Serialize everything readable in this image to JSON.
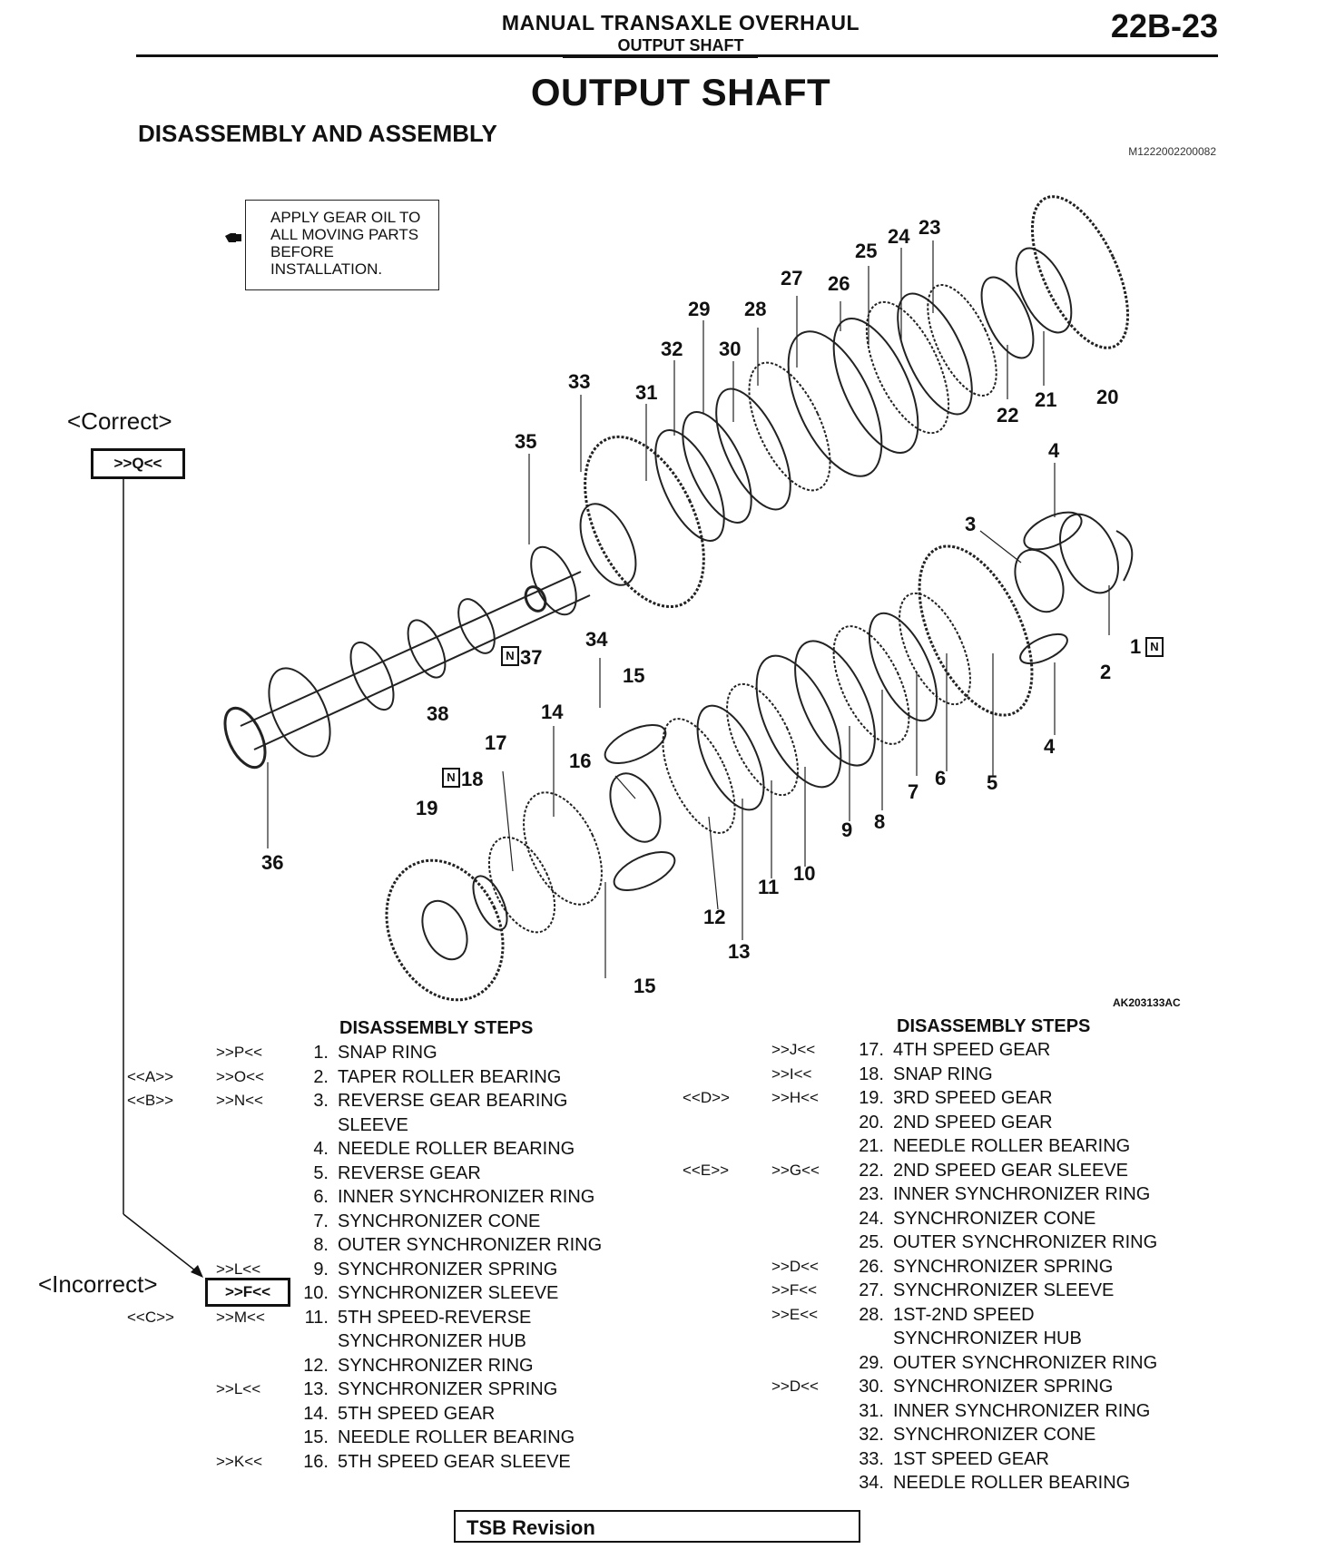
{
  "header": {
    "section_title": "MANUAL TRANSAXLE OVERHAUL",
    "section_subtitle": "OUTPUT SHAFT",
    "page_number": "22B-23"
  },
  "title": "OUTPUT SHAFT",
  "subtitle": "DISASSEMBLY AND ASSEMBLY",
  "doc_code": "M1222002200082",
  "note": "APPLY GEAR OIL TO ALL MOVING PARTS BEFORE INSTALLATION.",
  "labels": {
    "correct": "<Correct>",
    "incorrect": "<Incorrect>",
    "correct_code": ">>Q<<",
    "incorrect_code": ">>F<<"
  },
  "illustration_code": "AK203133AC",
  "diagram_numbers": [
    "1",
    "2",
    "3",
    "4",
    "5",
    "6",
    "7",
    "8",
    "9",
    "10",
    "11",
    "12",
    "13",
    "14",
    "15",
    "16",
    "17",
    "18",
    "19",
    "20",
    "21",
    "22",
    "23",
    "24",
    "25",
    "26",
    "27",
    "28",
    "29",
    "30",
    "31",
    "32",
    "33",
    "34",
    "35",
    "36",
    "37",
    "38"
  ],
  "steps_heading": "DISASSEMBLY STEPS",
  "steps_left": [
    {
      "a": "",
      "b": ">>P<<",
      "n": "1.",
      "t": "SNAP RING"
    },
    {
      "a": "<<A>>",
      "b": ">>O<<",
      "n": "2.",
      "t": "TAPER ROLLER BEARING"
    },
    {
      "a": "<<B>>",
      "b": ">>N<<",
      "n": "3.",
      "t": "REVERSE GEAR BEARING"
    },
    {
      "a": "",
      "b": "",
      "n": "",
      "t": "SLEEVE"
    },
    {
      "a": "",
      "b": "",
      "n": "4.",
      "t": "NEEDLE ROLLER BEARING"
    },
    {
      "a": "",
      "b": "",
      "n": "5.",
      "t": "REVERSE GEAR"
    },
    {
      "a": "",
      "b": "",
      "n": "6.",
      "t": "INNER SYNCHRONIZER RING"
    },
    {
      "a": "",
      "b": "",
      "n": "7.",
      "t": "SYNCHRONIZER CONE"
    },
    {
      "a": "",
      "b": "",
      "n": "8.",
      "t": "OUTER SYNCHRONIZER RING"
    },
    {
      "a": "",
      "b": ">>L<<",
      "n": "9.",
      "t": "SYNCHRONIZER SPRING"
    },
    {
      "a": "",
      "b": ">>F<<",
      "n": "10.",
      "t": "SYNCHRONIZER SLEEVE"
    },
    {
      "a": "<<C>>",
      "b": ">>M<<",
      "n": "11.",
      "t": "5TH SPEED-REVERSE"
    },
    {
      "a": "",
      "b": "",
      "n": "",
      "t": "SYNCHRONIZER HUB"
    },
    {
      "a": "",
      "b": "",
      "n": "12.",
      "t": "SYNCHRONIZER RING"
    },
    {
      "a": "",
      "b": ">>L<<",
      "n": "13.",
      "t": "SYNCHRONIZER SPRING"
    },
    {
      "a": "",
      "b": "",
      "n": "14.",
      "t": "5TH SPEED GEAR"
    },
    {
      "a": "",
      "b": "",
      "n": "15.",
      "t": "NEEDLE ROLLER BEARING"
    },
    {
      "a": "",
      "b": ">>K<<",
      "n": "16.",
      "t": "5TH SPEED GEAR SLEEVE"
    }
  ],
  "steps_right": [
    {
      "a": "",
      "b": ">>J<<",
      "n": "17.",
      "t": "4TH SPEED GEAR"
    },
    {
      "a": "",
      "b": ">>I<<",
      "n": "18.",
      "t": "SNAP RING"
    },
    {
      "a": "<<D>>",
      "b": ">>H<<",
      "n": "19.",
      "t": "3RD SPEED GEAR"
    },
    {
      "a": "",
      "b": "",
      "n": "20.",
      "t": "2ND SPEED GEAR"
    },
    {
      "a": "",
      "b": "",
      "n": "21.",
      "t": "NEEDLE ROLLER BEARING"
    },
    {
      "a": "<<E>>",
      "b": ">>G<<",
      "n": "22.",
      "t": "2ND SPEED GEAR SLEEVE"
    },
    {
      "a": "",
      "b": "",
      "n": "23.",
      "t": "INNER SYNCHRONIZER RING"
    },
    {
      "a": "",
      "b": "",
      "n": "24.",
      "t": "SYNCHRONIZER CONE"
    },
    {
      "a": "",
      "b": "",
      "n": "25.",
      "t": "OUTER SYNCHRONIZER RING"
    },
    {
      "a": "",
      "b": ">>D<<",
      "n": "26.",
      "t": "SYNCHRONIZER SPRING"
    },
    {
      "a": "",
      "b": ">>F<<",
      "n": "27.",
      "t": "SYNCHRONIZER SLEEVE"
    },
    {
      "a": "",
      "b": ">>E<<",
      "n": "28.",
      "t": "1ST-2ND SPEED"
    },
    {
      "a": "",
      "b": "",
      "n": "",
      "t": "SYNCHRONIZER HUB"
    },
    {
      "a": "",
      "b": "",
      "n": "29.",
      "t": "OUTER SYNCHRONIZER RING"
    },
    {
      "a": "",
      "b": ">>D<<",
      "n": "30.",
      "t": "SYNCHRONIZER SPRING"
    },
    {
      "a": "",
      "b": "",
      "n": "31.",
      "t": "INNER SYNCHRONIZER RING"
    },
    {
      "a": "",
      "b": "",
      "n": "32.",
      "t": "SYNCHRONIZER CONE"
    },
    {
      "a": "",
      "b": "",
      "n": "33.",
      "t": "1ST SPEED GEAR"
    },
    {
      "a": "",
      "b": "",
      "n": "34.",
      "t": "NEEDLE ROLLER BEARING"
    }
  ],
  "footer": {
    "tsb": "TSB Revision"
  }
}
